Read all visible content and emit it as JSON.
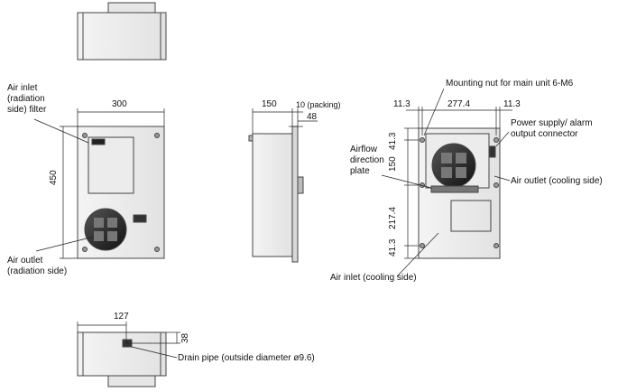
{
  "labels": {
    "air_inlet_radiation_filter": "Air inlet (radiation side) filter",
    "air_outlet_radiation": "Air outlet (radiation side)",
    "mounting_nut": "Mounting nut for main unit 6-M6",
    "power_supply": "Power supply/ alarm output connector",
    "airflow_plate": "Airflow direction plate",
    "air_outlet_cooling": "Air outlet (cooling side)",
    "air_inlet_cooling": "Air inlet (cooling side)",
    "drain_pipe": "Drain pipe (outside diameter ø9.6)"
  },
  "dimensions": {
    "front_width": "300",
    "front_height": "450",
    "side_depth": "150",
    "side_packing": "10 (packing)",
    "side_48": "48",
    "back_left": "11.3",
    "back_center": "277.4",
    "back_right": "11.3",
    "back_v1": "41.3",
    "back_v2": "150",
    "back_v3": "217.4",
    "back_v4": "41.3",
    "bottom_127": "127",
    "bottom_38": "38"
  }
}
